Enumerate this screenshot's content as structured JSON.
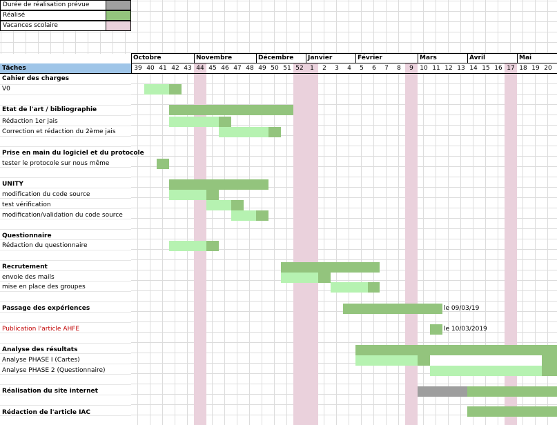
{
  "legend": [
    {
      "label": "Durée de réalisation prévue",
      "color": "#a0a0a0"
    },
    {
      "label": "Réalisé",
      "color": "#93c47d"
    },
    {
      "label": "Vacances scolaire",
      "color": "#ead1dc"
    }
  ],
  "header": {
    "tasks_label": "Tâches"
  },
  "months": [
    "Octobre",
    "Novembre",
    "Décembre",
    "Janvier",
    "Février",
    "Mars",
    "Avril",
    "Mai"
  ],
  "weeks": [
    "39",
    "40",
    "41",
    "42",
    "43",
    "44",
    "45",
    "46",
    "47",
    "48",
    "49",
    "50",
    "51",
    "52",
    "1",
    "2",
    "3",
    "4",
    "5",
    "6",
    "7",
    "8",
    "9",
    "10",
    "11",
    "12",
    "13",
    "14",
    "15",
    "16",
    "17",
    "18",
    "19",
    "20"
  ],
  "vacation_weeks": [
    "44",
    "52",
    "1",
    "9",
    "17"
  ],
  "tasks": [
    {
      "label": "Cahier des charges",
      "bold": true
    },
    {
      "label": "V0"
    },
    {
      "label": "Etat de l'art / bibliographie",
      "bold": true
    },
    {
      "label": "Rédaction 1er jais"
    },
    {
      "label": "Correction et rédaction du 2ème jais"
    },
    {
      "label": "Prise en main du logiciel et du protocole",
      "bold": true
    },
    {
      "label": "tester le protocole sur nous même"
    },
    {
      "label": "UNITY",
      "bold": true
    },
    {
      "label": "modification du code source"
    },
    {
      "label": "test vérification"
    },
    {
      "label": "modification/validation du code source"
    },
    {
      "label": "Questionnaire",
      "bold": true
    },
    {
      "label": "Rédaction du questionnaire"
    },
    {
      "label": "Recrutement",
      "bold": true
    },
    {
      "label": "envoie des mails"
    },
    {
      "label": "mise en place des groupes"
    },
    {
      "label": "Passage des expériences",
      "bold": true
    },
    {
      "label": "Publication l'article AHFE",
      "red": true
    },
    {
      "label": "Analyse des résultats",
      "bold": true
    },
    {
      "label": "Analyse PHASE I (Cartes)"
    },
    {
      "label": "Analyse PHASE 2 (Questionnaire)"
    },
    {
      "label": "Réalisation du site internet",
      "bold": true
    },
    {
      "label": "Rédaction de l'article IAC",
      "bold": true
    }
  ],
  "annotations": {
    "experiences_date": "le 09/03/19",
    "ahfe_date": "le 10/03/2019"
  }
}
